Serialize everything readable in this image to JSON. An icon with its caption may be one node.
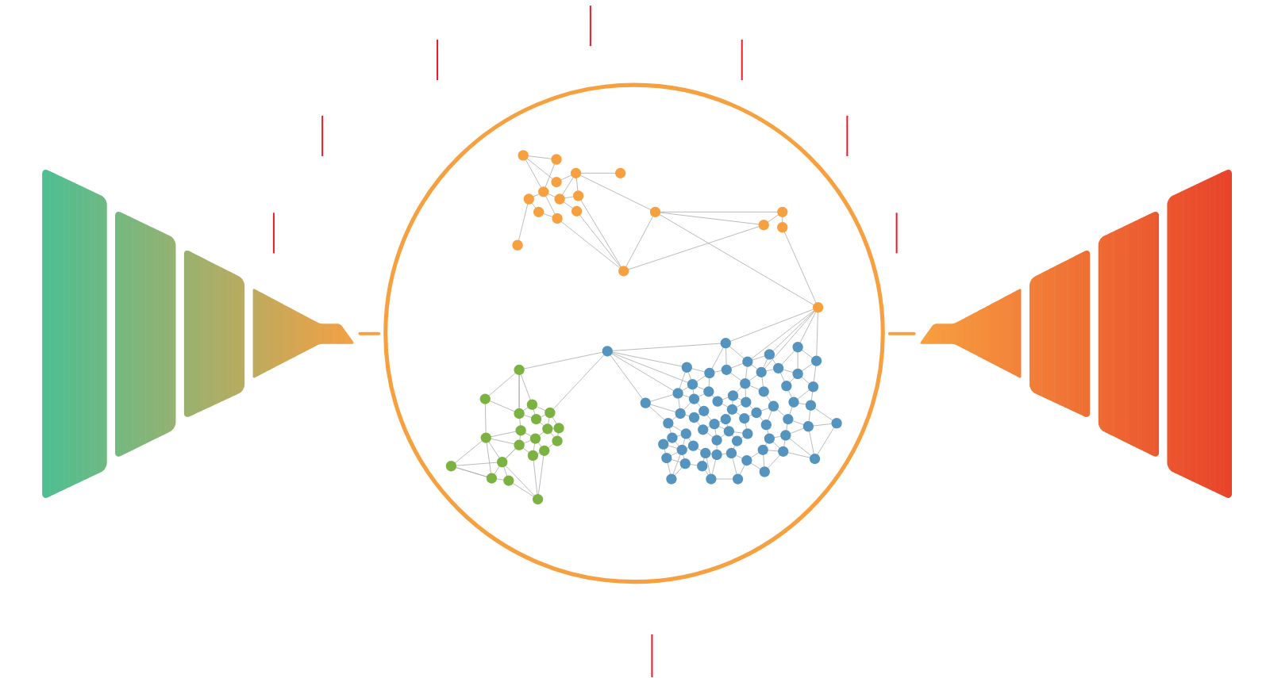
{
  "diagram": {
    "nodes": [
      {
        "text": [],
        "shape": "picture"
      },
      {
        "text": [],
        "shape": "circle"
      },
      {
        "text": [],
        "shape": "picture"
      }
    ],
    "edges": [
      {
        "from": 0,
        "to": 1,
        "arrow": "none"
      },
      {
        "from": 1,
        "to": 2,
        "arrow": "none"
      }
    ]
  }
}
